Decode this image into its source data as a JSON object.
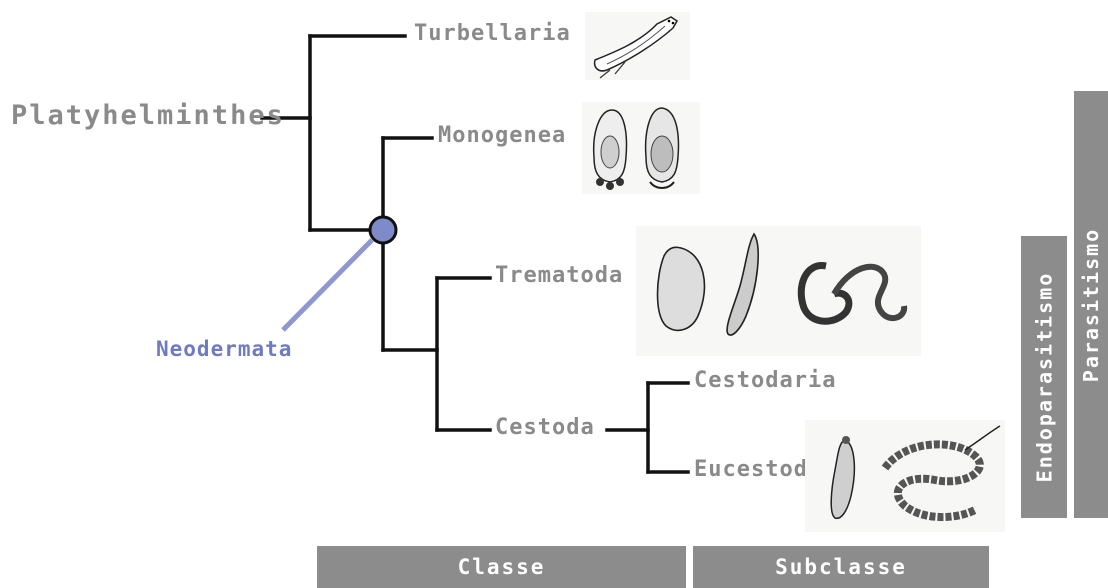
{
  "root": "Platyhelminthes",
  "taxa": {
    "turbellaria": "Turbellaria",
    "monogenea": "Monogenea",
    "trematoda": "Trematoda",
    "cestoda": "Cestoda",
    "cestodaria": "Cestodaria",
    "eucestoda": "Eucestoda"
  },
  "clade": "Neodermata",
  "ranks": {
    "classe": "Classe",
    "subclasse": "Subclasse"
  },
  "ecology": {
    "endoparasitismo": "Endoparasitismo",
    "parasitismo": "Parasitismo"
  },
  "colors": {
    "line": "#111111",
    "label": "#8a8a8a",
    "node": "#7f8bc9",
    "bar": "#8c8c8c"
  },
  "icons": [
    "turbellarian-flatworm-drawing",
    "monogenean-drawings",
    "trematode-drawings",
    "tapeworm-drawings"
  ]
}
